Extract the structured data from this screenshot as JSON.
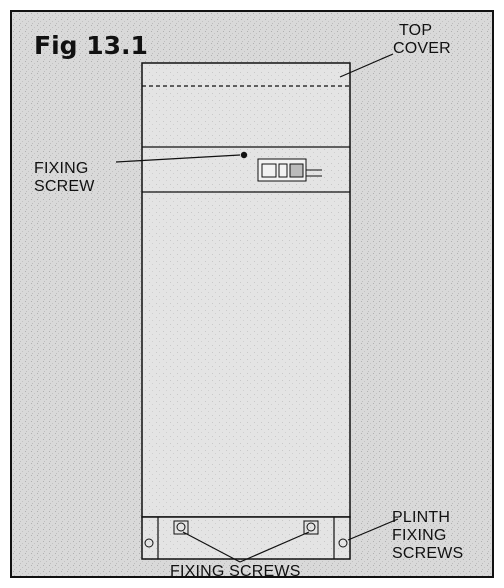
{
  "figure": {
    "title": "Fig 13.1",
    "labels": {
      "top_cover": [
        "TOP",
        "COVER"
      ],
      "fixing_screw": [
        "FIXING",
        "SCREW"
      ],
      "plinth_fixing_screws": [
        "PLINTH",
        "FIXING",
        "SCREWS"
      ],
      "fixing_screws": "FIXING SCREWS"
    },
    "colors": {
      "background": "#d6d6d6",
      "panel": "#e3e3e3",
      "line": "#111111"
    }
  }
}
